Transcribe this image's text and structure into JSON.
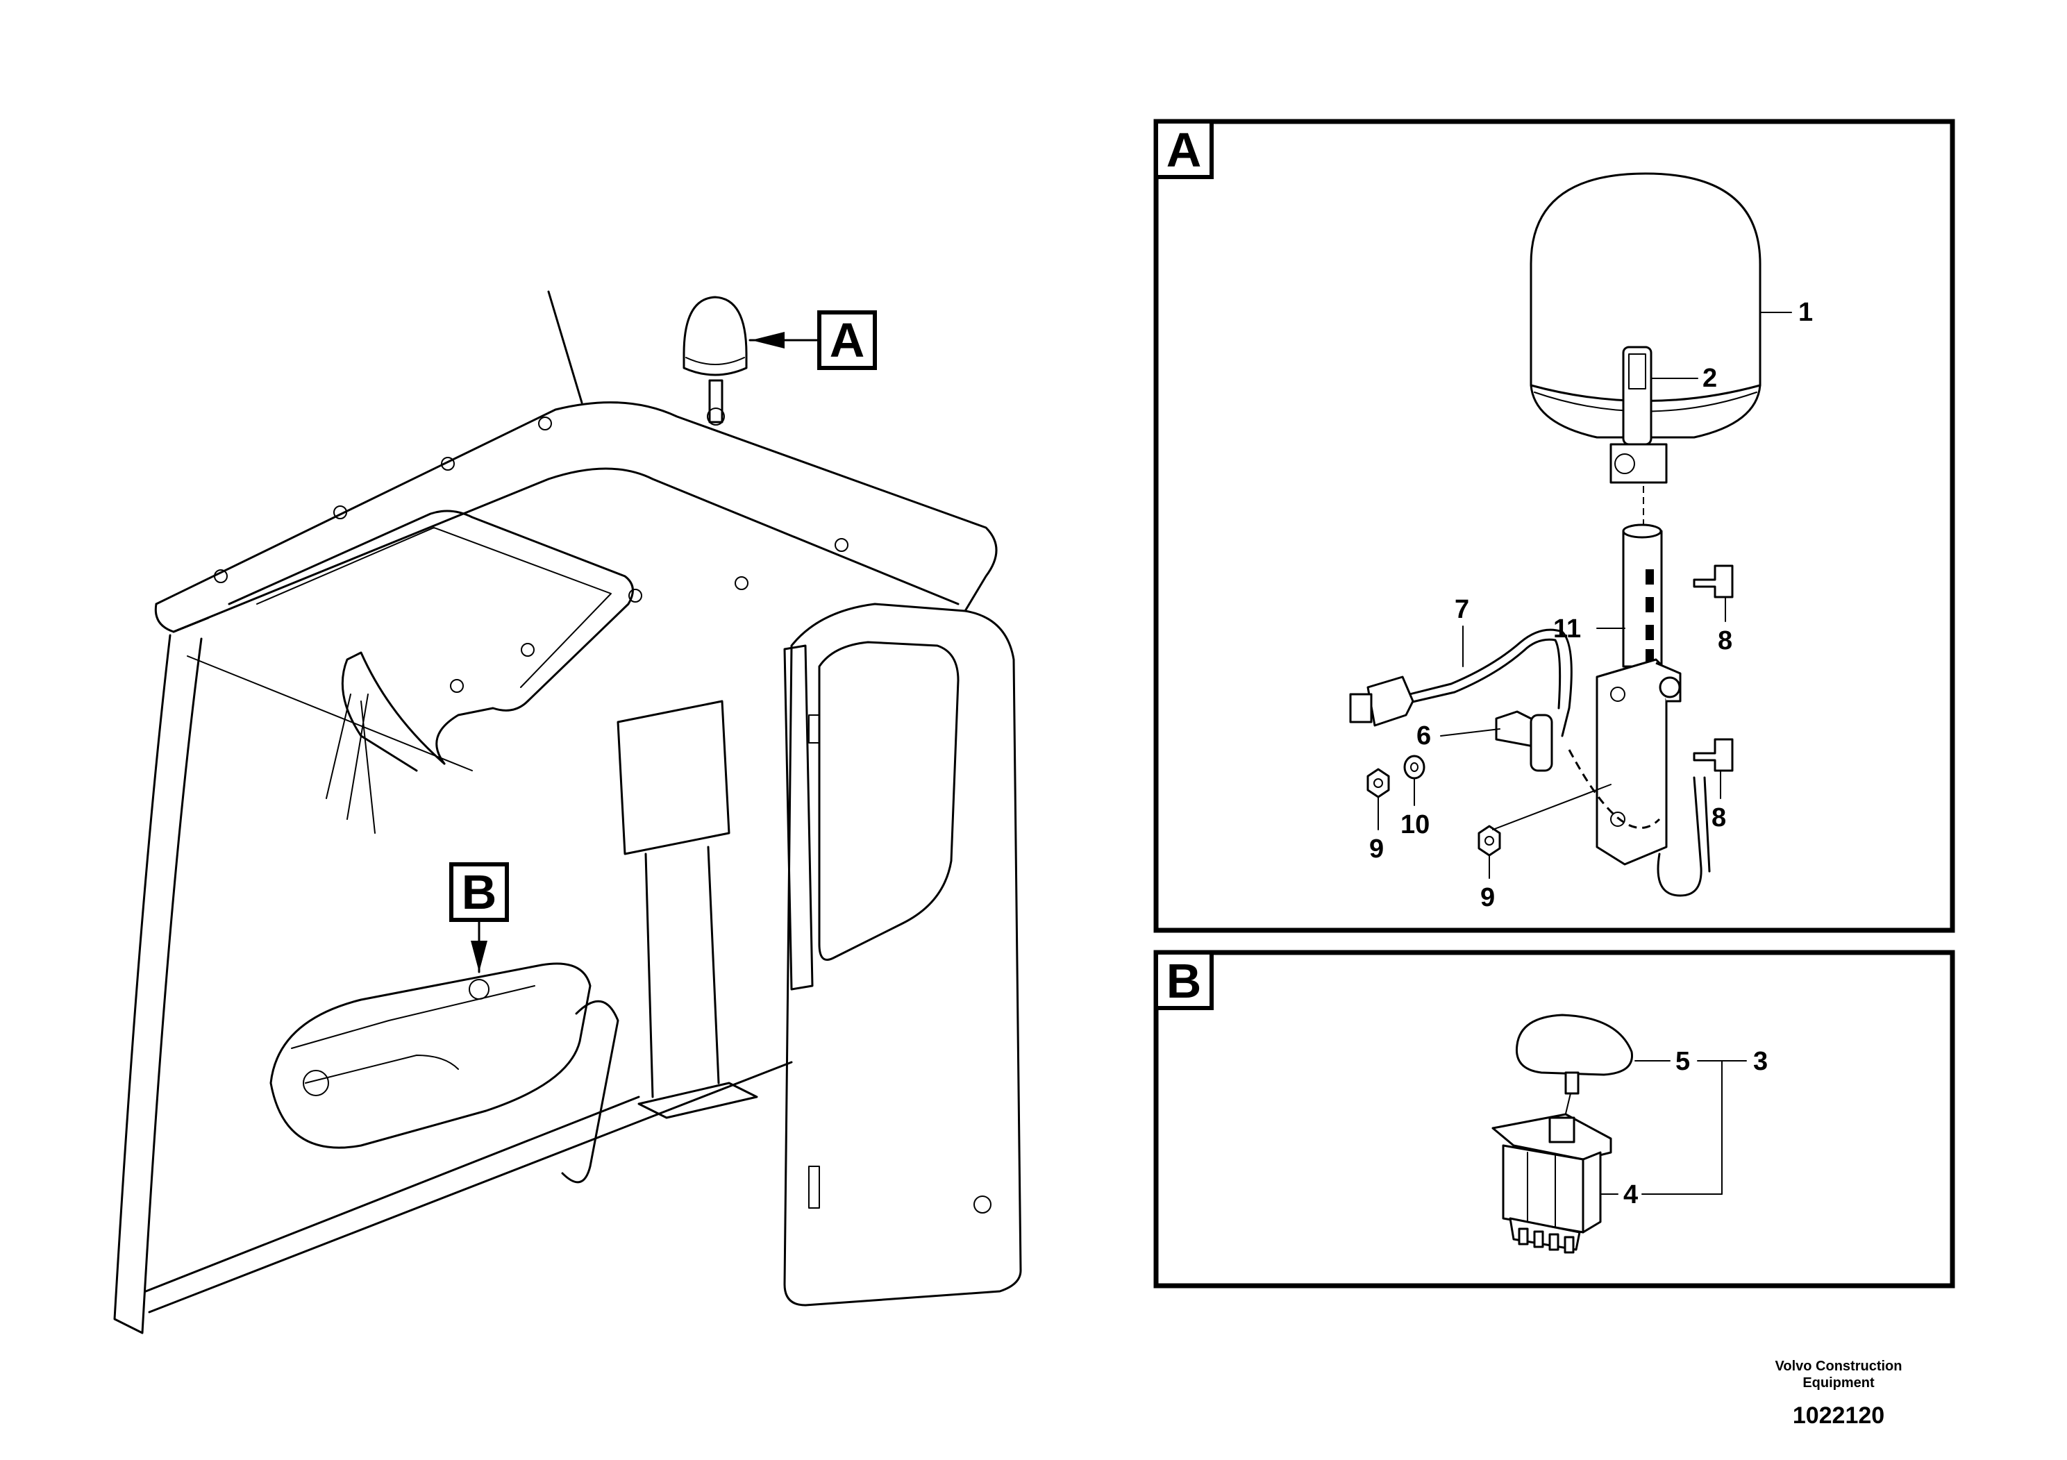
{
  "views": {
    "a": {
      "letter": "A"
    },
    "b": {
      "letter": "B"
    }
  },
  "callouts": {
    "beacon": "1",
    "beacon_cap": "2",
    "switch": "3",
    "switch_body": "4",
    "switch_knob": "5",
    "clip": "6",
    "cable": "7",
    "screw_upper": "8",
    "screw_lower": "8",
    "nut_left": "9",
    "nut_right": "9",
    "washer": "10",
    "tube": "11"
  },
  "footer": {
    "company_line1": "Volvo Construction",
    "company_line2": "Equipment",
    "ref_number": "1022120"
  }
}
